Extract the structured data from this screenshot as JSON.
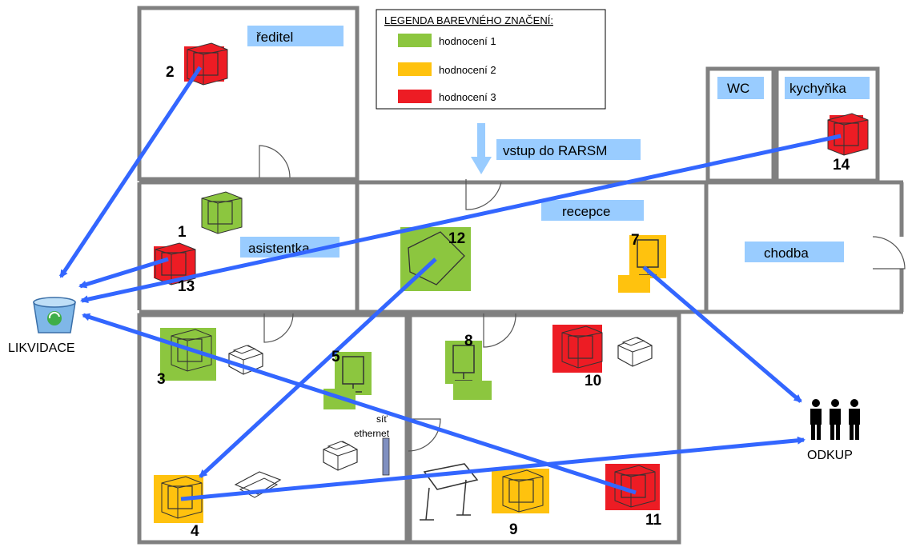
{
  "legend": {
    "title": "LEGENDA BAREVNÉHO ZNAČENÍ:",
    "items": [
      {
        "label": "hodnocení 1",
        "color": "#8CC63F"
      },
      {
        "label": "hodnocení 2",
        "color": "#FFC20E"
      },
      {
        "label": "hodnocení 3",
        "color": "#ED1C24"
      }
    ]
  },
  "rooms": {
    "reditel": "ředitel",
    "wc": "WC",
    "kychynka": "kychyňka",
    "recepce": "recepce",
    "asistentka": "asistentka",
    "chodba": "chodba"
  },
  "entrance": "vstup do RARSM",
  "network": {
    "line1": "síť",
    "line2": "ethernet"
  },
  "destinations": {
    "disposal": "LIKVIDACE",
    "buyout": "ODKUP"
  },
  "devices": [
    "1",
    "2",
    "3",
    "4",
    "5",
    "7",
    "8",
    "9",
    "10",
    "11",
    "12",
    "13",
    "14"
  ],
  "colors": {
    "arrow": "#3366FF",
    "label_bg": "#99CCFF",
    "wall": "#808080"
  },
  "icons": [
    "recycle-bin-icon",
    "people-icon",
    "monitor-icon",
    "printer-icon",
    "plotter-icon"
  ]
}
